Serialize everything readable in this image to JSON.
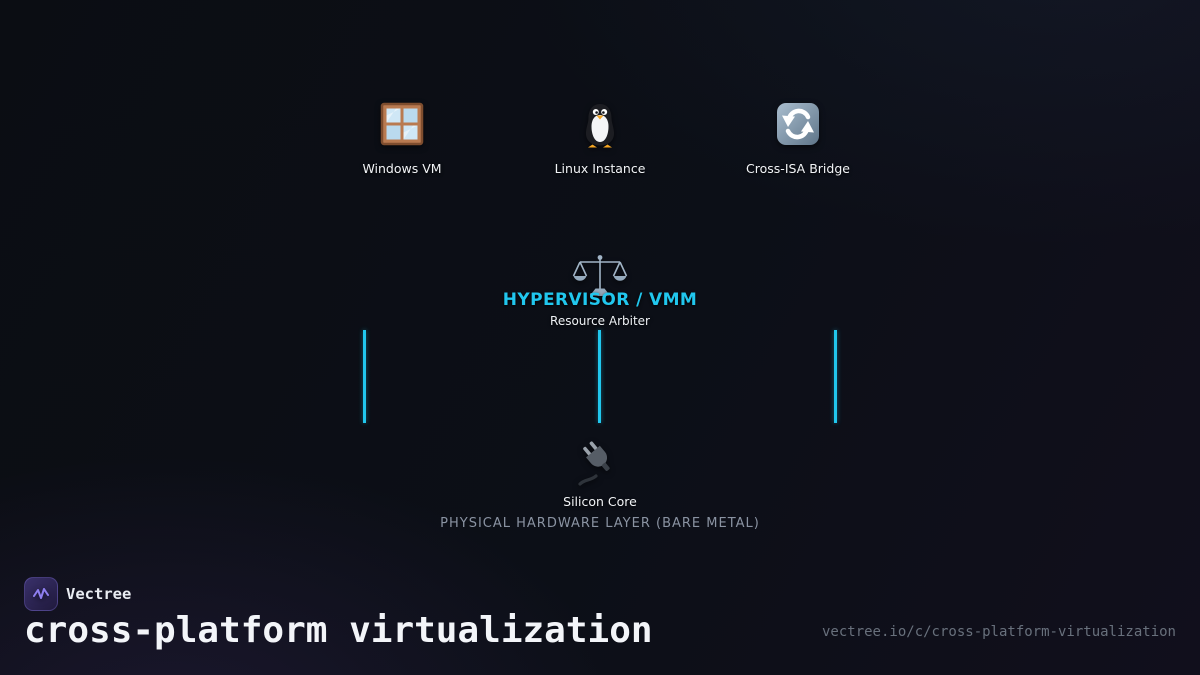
{
  "colors": {
    "accent_cyan": "#21c7ee",
    "muted_gray": "#8a93a2",
    "brand_purple": "#8f7ff0"
  },
  "diagram": {
    "guests": [
      {
        "label": "Windows VM",
        "icon": "window-icon"
      },
      {
        "label": "Linux Instance",
        "icon": "penguin-icon"
      },
      {
        "label": "Cross-ISA Bridge",
        "icon": "cycle-arrows-icon"
      }
    ],
    "hypervisor": {
      "title": "HYPERVISOR / VMM",
      "subtitle": "Resource Arbiter",
      "icon": "balance-scale-icon"
    },
    "hardware": {
      "label": "Silicon Core",
      "layer_caption": "PHYSICAL HARDWARE LAYER (BARE METAL)",
      "icon": "plug-icon"
    }
  },
  "footer": {
    "brand_name": "Vectree",
    "page_title": "cross-platform virtualization",
    "url": "vectree.io/c/cross-platform-virtualization"
  }
}
